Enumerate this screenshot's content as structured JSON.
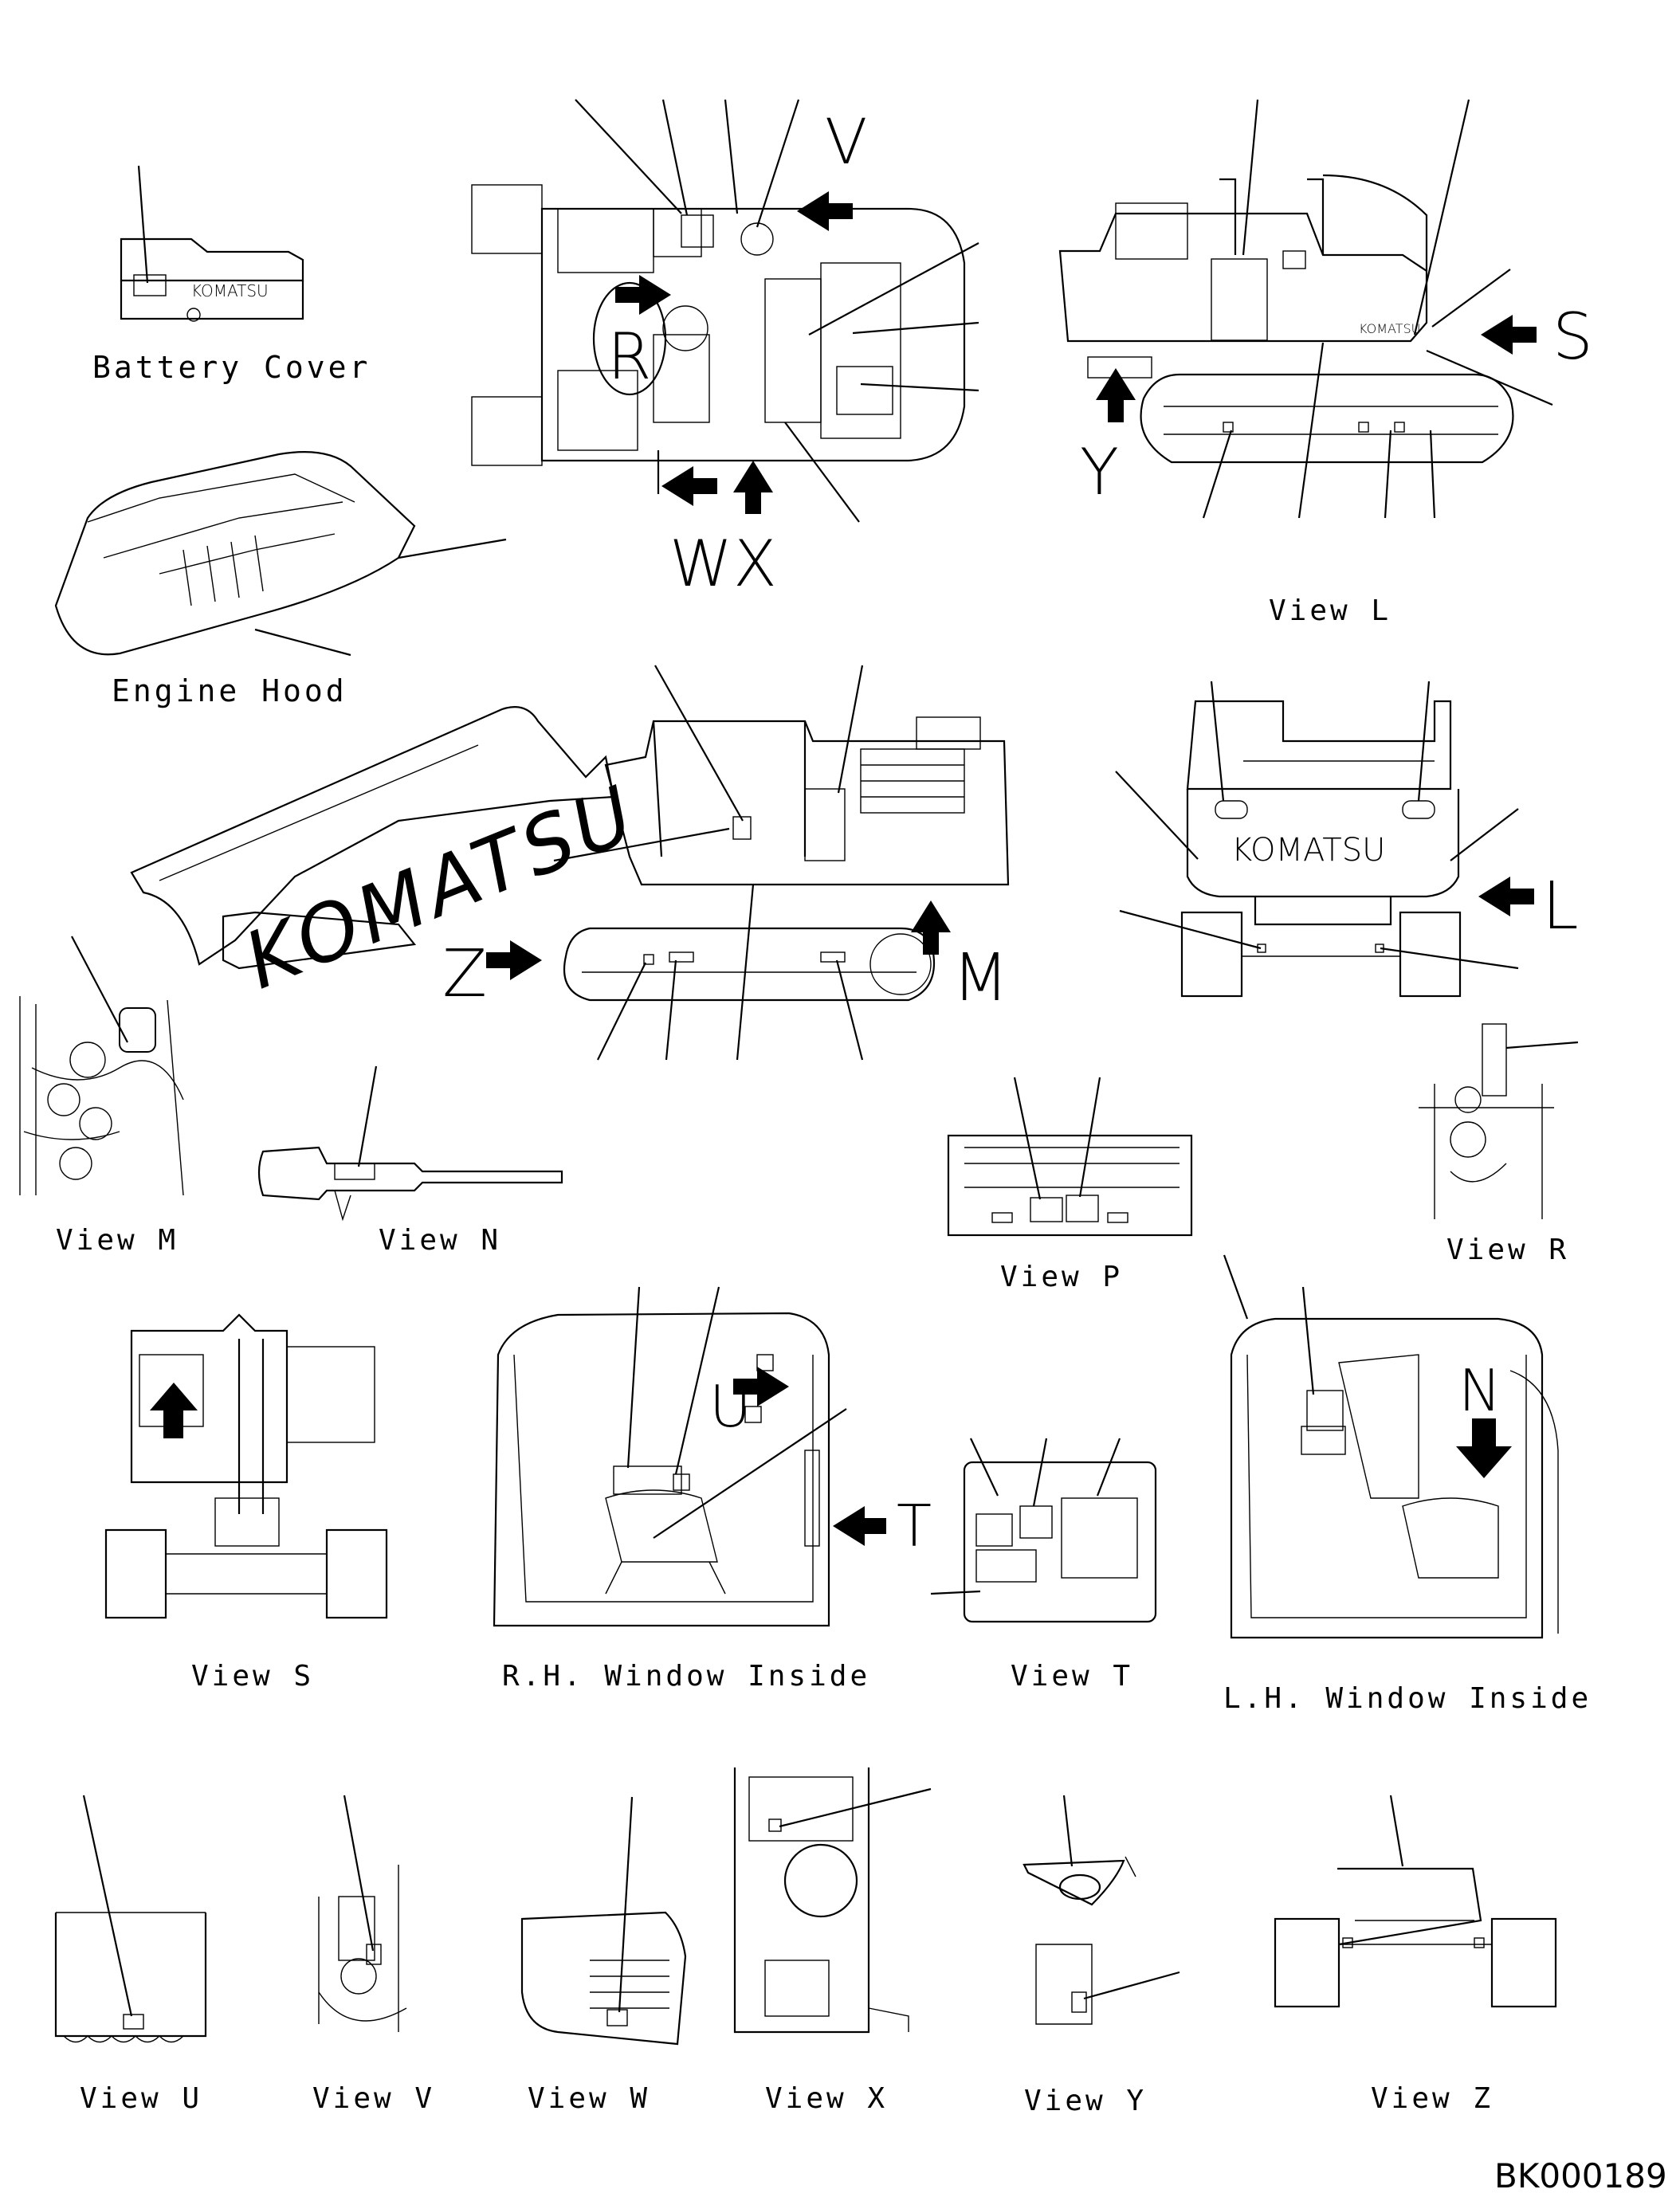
{
  "labels": {
    "battery_cover": "Battery Cover",
    "engine_hood": "Engine Hood",
    "view_l": "View L",
    "view_m": "View M",
    "view_n": "View N",
    "view_p": "View P",
    "view_r": "View R",
    "view_s": "View S",
    "rh_window": "R.H. Window Inside",
    "view_t": "View T",
    "lh_window": "L.H. Window Inside",
    "view_u": "View U",
    "view_v": "View V",
    "view_w": "View W",
    "view_x": "View X",
    "view_y": "View Y",
    "view_z": "View Z"
  },
  "view_letters": {
    "v": "V",
    "r": "R",
    "w": "W",
    "x": "X",
    "s": "S",
    "y": "Y",
    "l": "L",
    "z": "Z",
    "m": "M",
    "u": "U",
    "t": "T",
    "n": "N"
  },
  "brand": "KOMATSU",
  "reference_code": "BK000189"
}
